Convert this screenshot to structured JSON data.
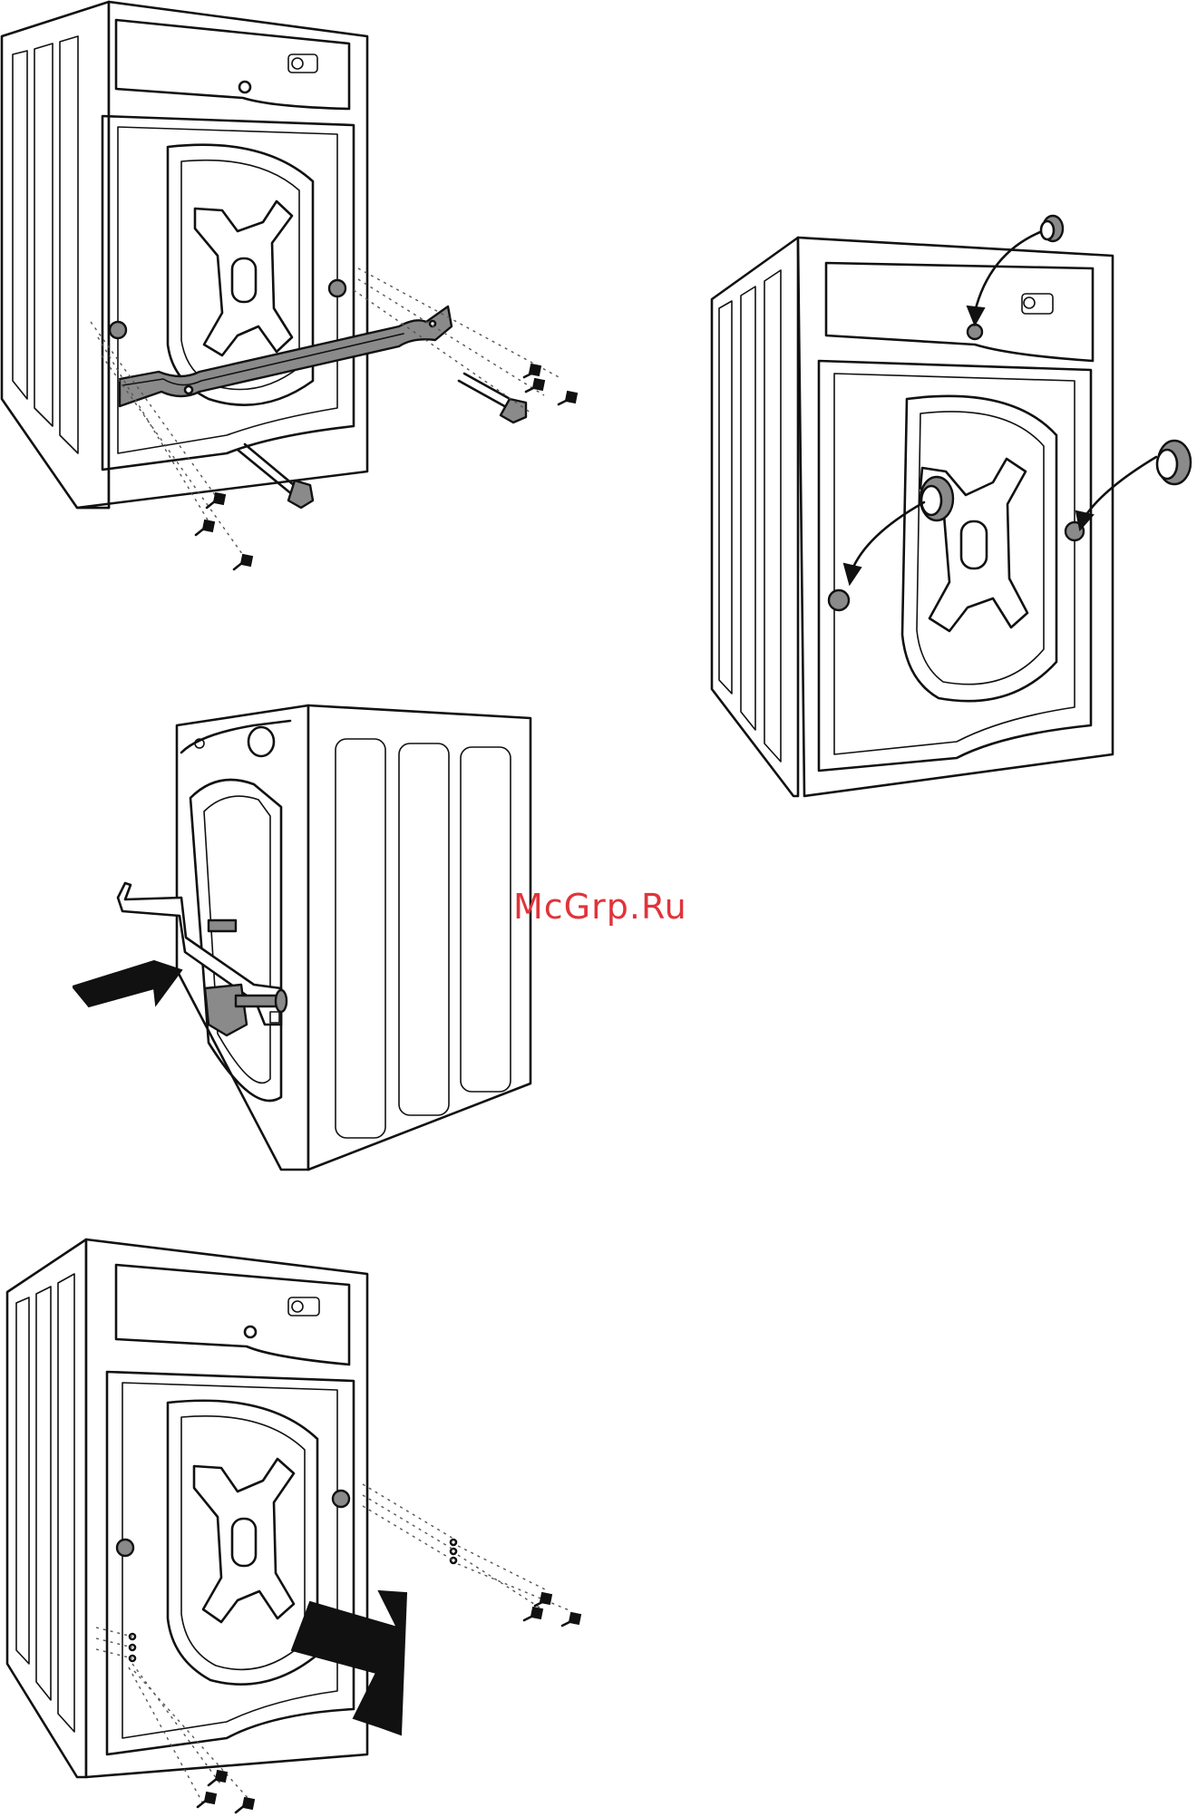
{
  "watermark": {
    "text": "McGrp.Ru",
    "color": "#e0343a"
  },
  "figures": [
    {
      "name": "figure-remove-transit-bolts"
    },
    {
      "name": "figure-insert-plastic-caps"
    },
    {
      "name": "figure-pull-out-bracket"
    },
    {
      "name": "figure-refit-screws"
    }
  ]
}
